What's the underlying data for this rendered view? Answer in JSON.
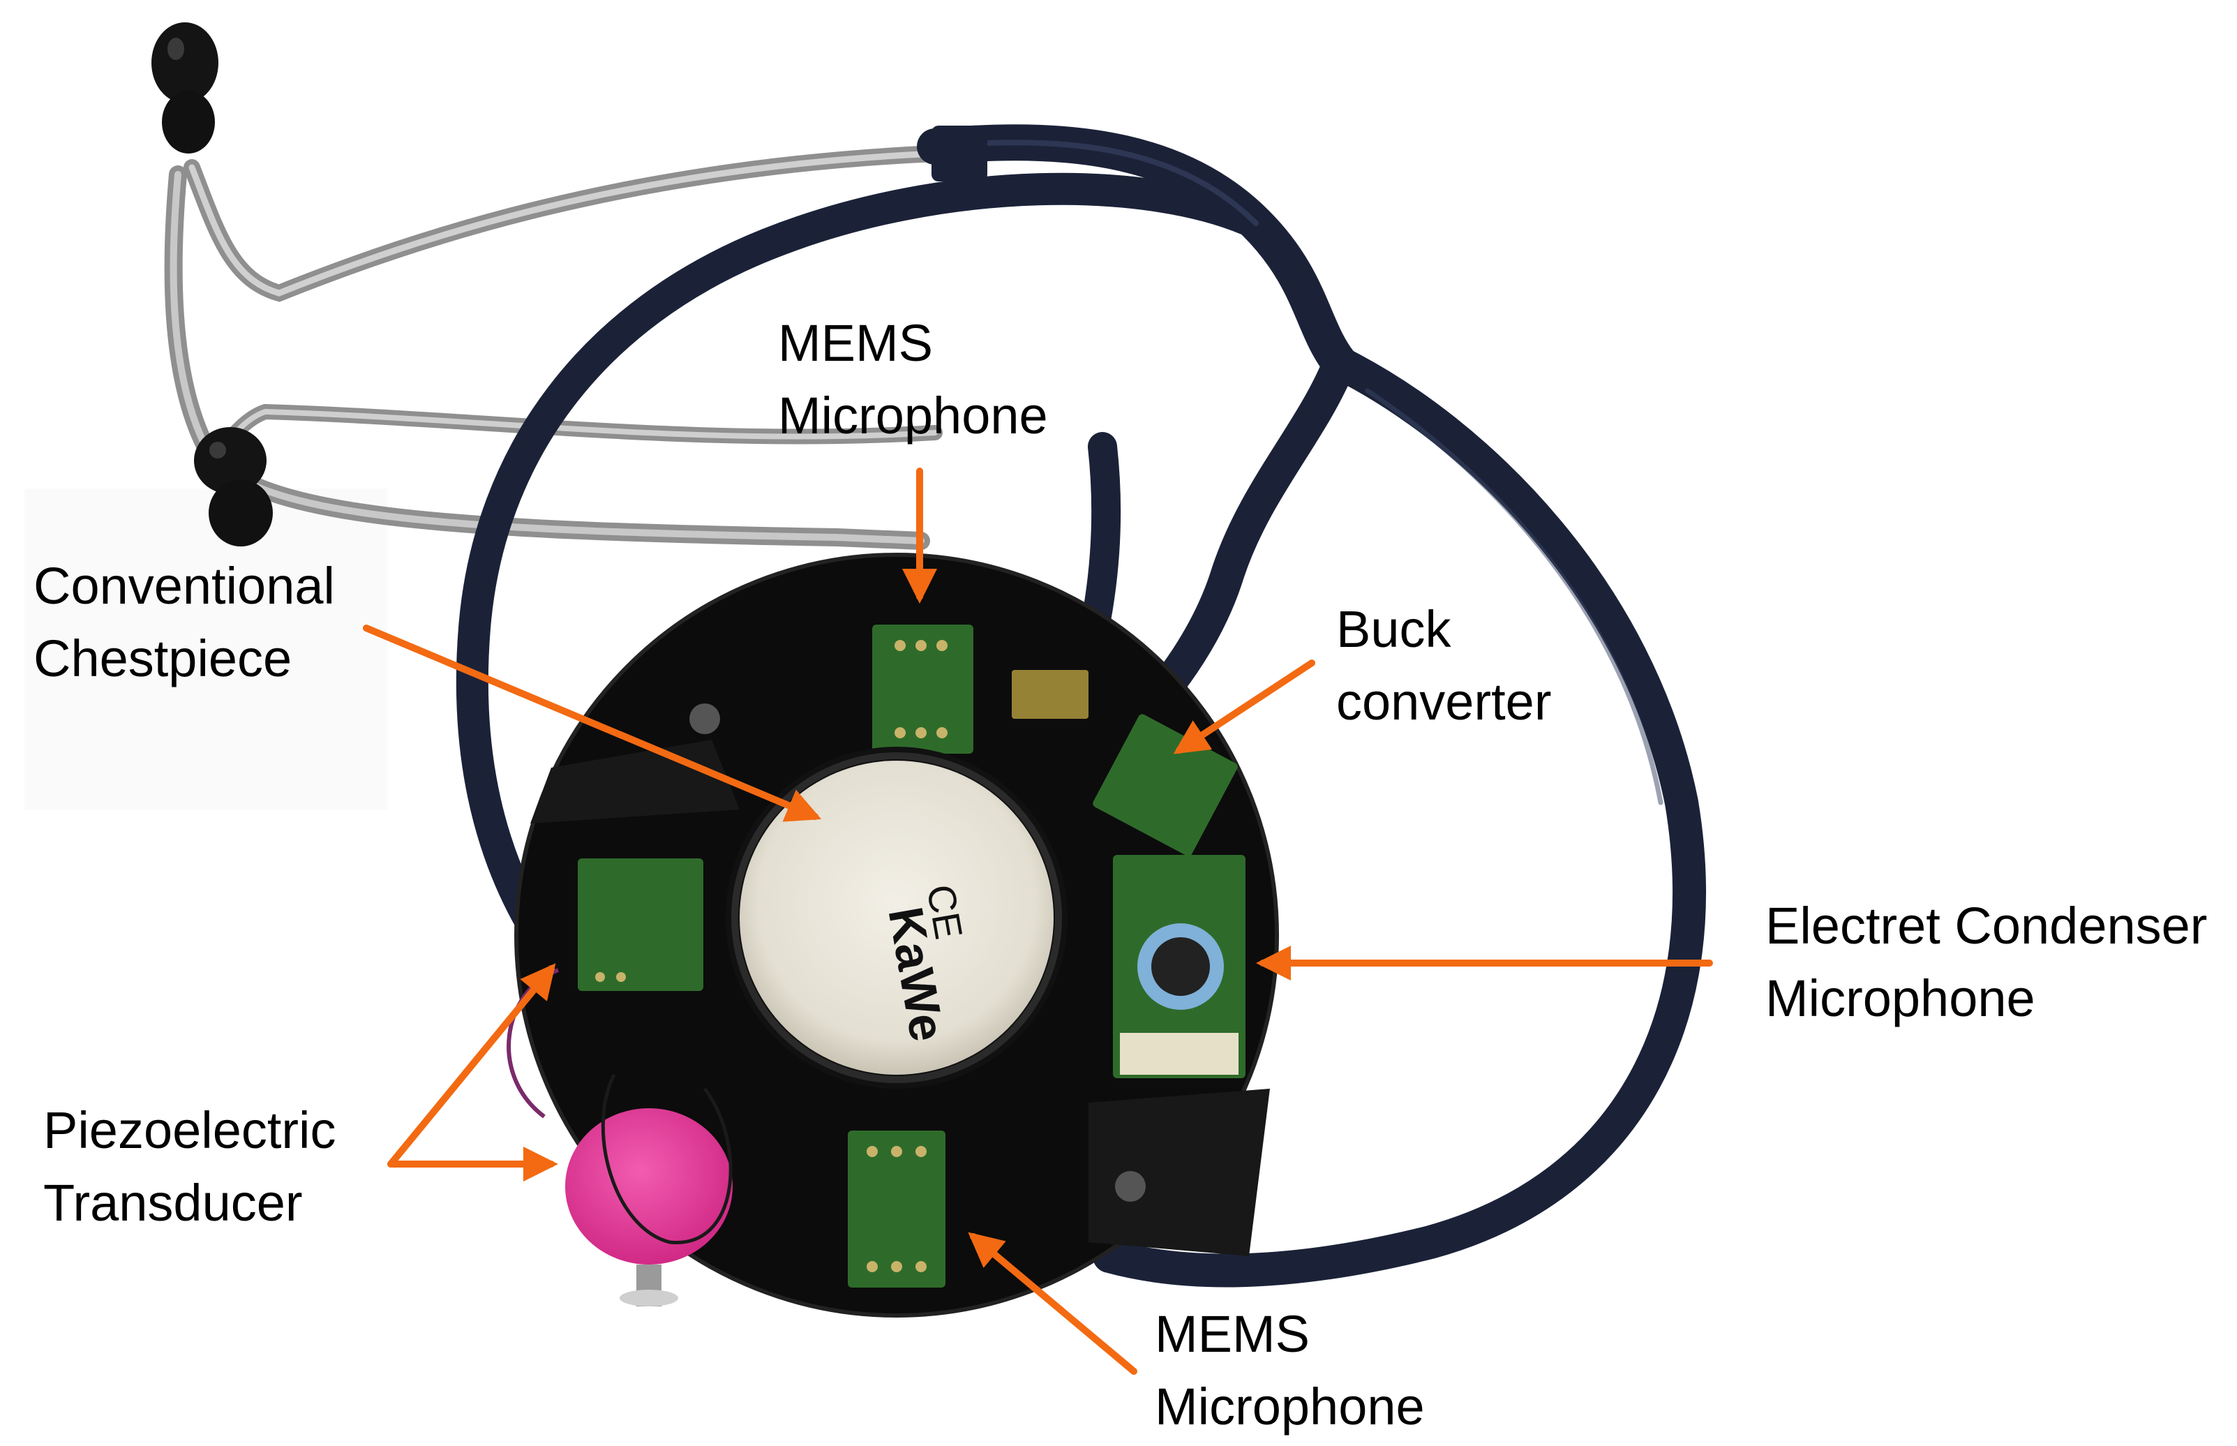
{
  "colors": {
    "arrow": "#f36a12",
    "tubing": "#1b2238",
    "metal": "#a9a9a9",
    "chestpiece_body": "#0c0c0c",
    "diaphragm": "#e8e4d8",
    "pcb": "#2e6b2a",
    "piezo": "#e23a98",
    "text": "#000000"
  },
  "photo": {
    "diaphragm_brand": "KaWe",
    "diaphragm_mark": "CE"
  },
  "labels": {
    "mems_top": {
      "line1": "MEMS",
      "line2": "Microphone"
    },
    "conventional": {
      "line1": "Conventional",
      "line2": "Chestpiece"
    },
    "buck": {
      "line1": "Buck",
      "line2": "converter"
    },
    "ecm": {
      "line1": "Electret Condenser",
      "line2": "Microphone"
    },
    "piezo": {
      "line1": "Piezoelectric",
      "line2": "Transducer"
    },
    "mems_bottom": {
      "line1": "MEMS",
      "line2": "Microphone"
    }
  }
}
